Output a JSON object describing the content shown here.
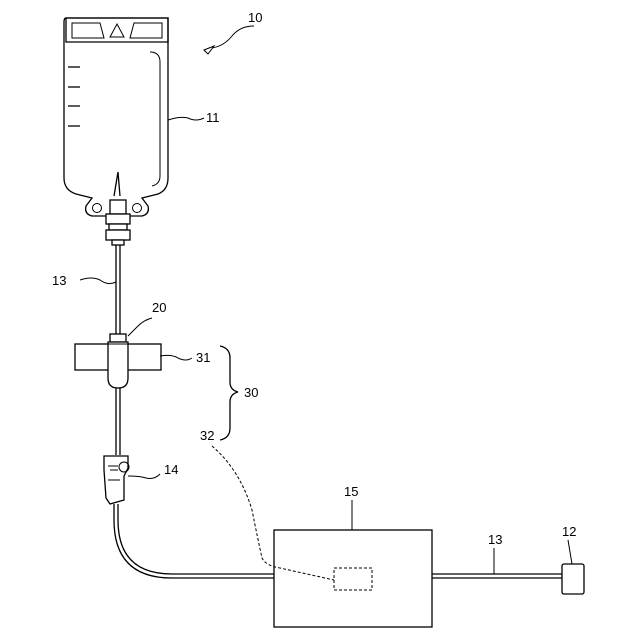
{
  "labels": {
    "system": "10",
    "bag": "11",
    "connector": "12",
    "tube_upper": "13",
    "tube_lower": "13",
    "clamp": "14",
    "pump": "15",
    "drip_chamber": "20",
    "sensor_group": "30",
    "sensor_part_1": "31",
    "sensor_part_2": "32"
  }
}
